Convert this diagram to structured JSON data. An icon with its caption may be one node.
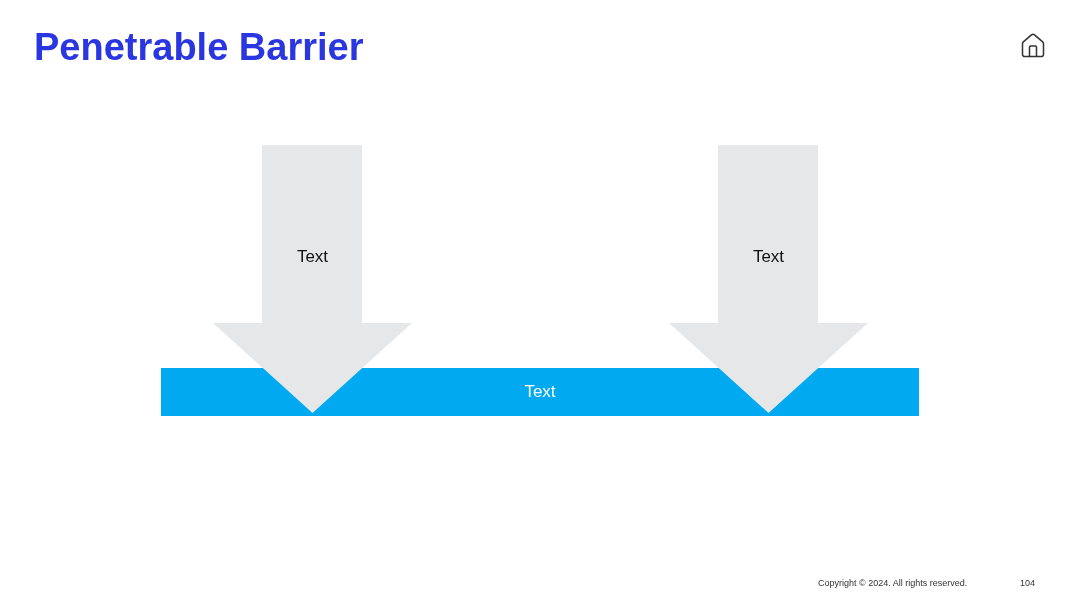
{
  "diagram": {
    "title": "Penetrable Barrier",
    "nodes": [
      {
        "text": [
          "Text"
        ]
      },
      {
        "text": [
          "Text"
        ]
      },
      {
        "text": [
          "Text"
        ]
      }
    ],
    "labels": [
      "Copyright © 2024. All rights reserved.",
      "104"
    ]
  }
}
